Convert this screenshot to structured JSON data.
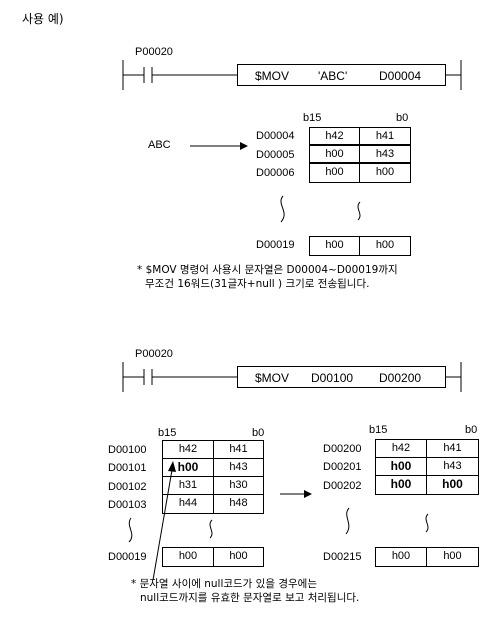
{
  "title": "사용 예)",
  "example1": {
    "contact": "P00020",
    "instruction": {
      "op": "$MOV",
      "src": "'ABC'",
      "dst": "D00004"
    },
    "col_high": "b15",
    "col_low": "b0",
    "source_label": "ABC",
    "rows": [
      {
        "reg": "D00004",
        "high": "h42",
        "low": "h41"
      },
      {
        "reg": "D00005",
        "high": "h00",
        "low": "h43"
      },
      {
        "reg": "D00006",
        "high": "h00",
        "low": "h00"
      }
    ],
    "last_row": {
      "reg": "D00019",
      "high": "h00",
      "low": "h00"
    },
    "note_line1": "* $MOV 명령어 사용시 문자열은 D00004~D00019까지",
    "note_line2": "무조건 16워드(31글자+null ) 크기로 전송됩니다."
  },
  "example2": {
    "contact": "P00020",
    "instruction": {
      "op": "$MOV",
      "src": "D00100",
      "dst": "D00200"
    },
    "left": {
      "col_high": "b15",
      "col_low": "b0",
      "rows": [
        {
          "reg": "D00100",
          "high": "h42",
          "low": "h41"
        },
        {
          "reg": "D00101",
          "high": "h00",
          "low": "h43"
        },
        {
          "reg": "D00102",
          "high": "h31",
          "low": "h30"
        },
        {
          "reg": "D00103",
          "high": "h44",
          "low": "h48"
        }
      ],
      "last_row": {
        "reg": "D00019",
        "high": "h00",
        "low": "h00"
      }
    },
    "right": {
      "col_high": "b15",
      "col_low": "b0",
      "rows": [
        {
          "reg": "D00200",
          "high": "h42",
          "low": "h41"
        },
        {
          "reg": "D00201",
          "high": "h00",
          "low": "h43"
        },
        {
          "reg": "D00202",
          "high": "h00",
          "low": "h00"
        }
      ],
      "last_row": {
        "reg": "D00215",
        "high": "h00",
        "low": "h00"
      }
    },
    "note_line1": "* 문자열 사이에 null코드가 있을 경우에는",
    "note_line2": "null코드까지를 유효한 문자열로 보고 처리됩니다."
  }
}
